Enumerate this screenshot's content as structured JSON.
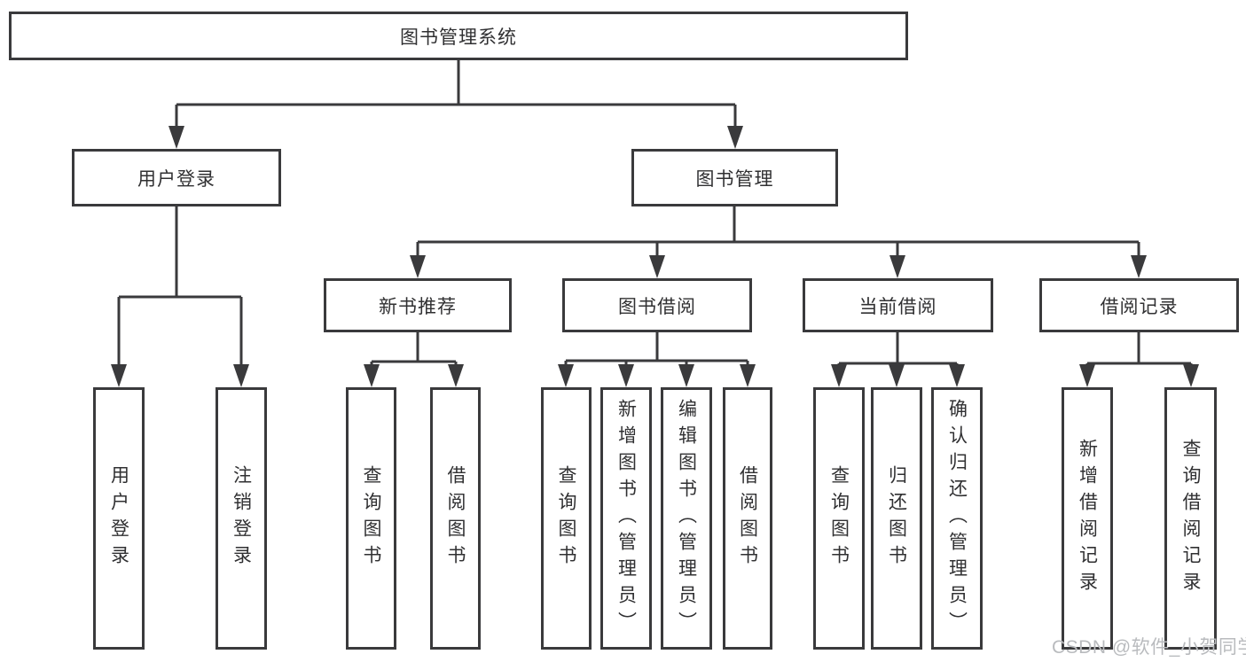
{
  "nodes": {
    "root": {
      "label": "图书管理系统"
    },
    "level2": [
      {
        "label": "用户登录"
      },
      {
        "label": "图书管理"
      }
    ],
    "level3": [
      {
        "label": "新书推荐"
      },
      {
        "label": "图书借阅"
      },
      {
        "label": "当前借阅"
      },
      {
        "label": "借阅记录"
      }
    ],
    "leaves": [
      {
        "label": "用户登录"
      },
      {
        "label": "注销登录"
      },
      {
        "label": "查询图书"
      },
      {
        "label": "借阅图书"
      },
      {
        "label": "查询图书"
      },
      {
        "label": "新增图书（管理员）"
      },
      {
        "label": "编辑图书（管理员）"
      },
      {
        "label": "借阅图书"
      },
      {
        "label": "查询图书"
      },
      {
        "label": "归还图书"
      },
      {
        "label": "确认归还（管理员）"
      },
      {
        "label": "新增借阅记录"
      },
      {
        "label": "查询借阅记录"
      }
    ]
  },
  "watermark": {
    "text": "CSDN @软件_小贺同学"
  },
  "colors": {
    "line": "#3a3a3c",
    "text": "#303032",
    "background": "#ffffff",
    "watermark": "#b9bbbe"
  }
}
